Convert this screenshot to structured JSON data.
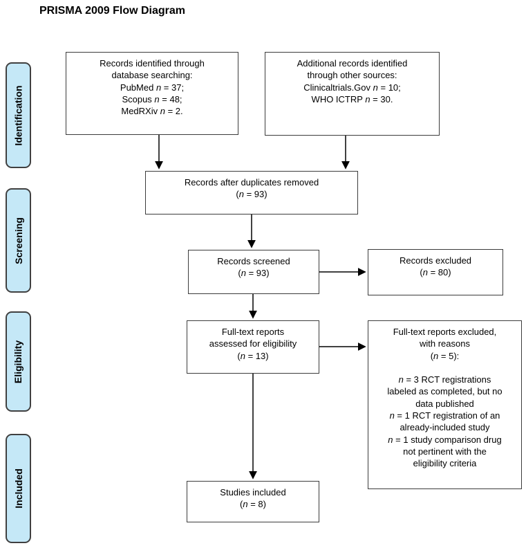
{
  "title": "PRISMA 2009 Flow Diagram",
  "colors": {
    "background": "#FFFFFF",
    "stage_fill": "#C5E8F7",
    "stage_border": "#404040",
    "box_bg": "#FFFFFF",
    "box_border": "#3B3B3B",
    "arrow": "#000000",
    "text": "#000000"
  },
  "stages": [
    {
      "id": "identification",
      "label": "Identification"
    },
    {
      "id": "screening",
      "label": "Screening"
    },
    {
      "id": "eligibility",
      "label": "Eligibility"
    },
    {
      "id": "included",
      "label": "Included"
    }
  ],
  "boxes": {
    "records_db": {
      "lines": [
        "Records identified through",
        "database searching:",
        "PubMed n = 37;",
        "Scopus n = 48;",
        "MedRXiv n = 2."
      ]
    },
    "records_other": {
      "lines": [
        "Additional records identified",
        "through other sources:",
        "Clinicaltrials.Gov n = 10;",
        "WHO ICTRP n = 30."
      ]
    },
    "duplicates_removed": {
      "lines": [
        "Records after duplicates removed",
        "(n = 93)"
      ]
    },
    "records_screened": {
      "lines": [
        "Records screened",
        "(n = 93)"
      ]
    },
    "records_excluded": {
      "lines": [
        "Records excluded",
        "(n = 80)"
      ]
    },
    "fulltext_assessed": {
      "lines": [
        "Full-text reports",
        "assessed for eligibility",
        "(n = 13)"
      ]
    },
    "fulltext_excluded": {
      "lines": [
        "Full-text reports excluded,",
        "with reasons",
        "(n = 5):",
        "",
        "n = 3 RCT registrations",
        "labeled as completed, but no",
        "data published",
        "n = 1 RCT registration of an",
        "already-included study",
        "n = 1 study comparison drug",
        "not pertinent with the",
        "eligibility criteria"
      ]
    },
    "studies_included": {
      "lines": [
        "Studies included",
        "(n = 8)"
      ]
    }
  },
  "connections": [
    {
      "from": "records_db",
      "to": "duplicates_removed"
    },
    {
      "from": "records_other",
      "to": "duplicates_removed"
    },
    {
      "from": "duplicates_removed",
      "to": "records_screened"
    },
    {
      "from": "records_screened",
      "to": "records_excluded"
    },
    {
      "from": "records_screened",
      "to": "fulltext_assessed"
    },
    {
      "from": "fulltext_assessed",
      "to": "fulltext_excluded"
    },
    {
      "from": "fulltext_assessed",
      "to": "studies_included"
    }
  ]
}
